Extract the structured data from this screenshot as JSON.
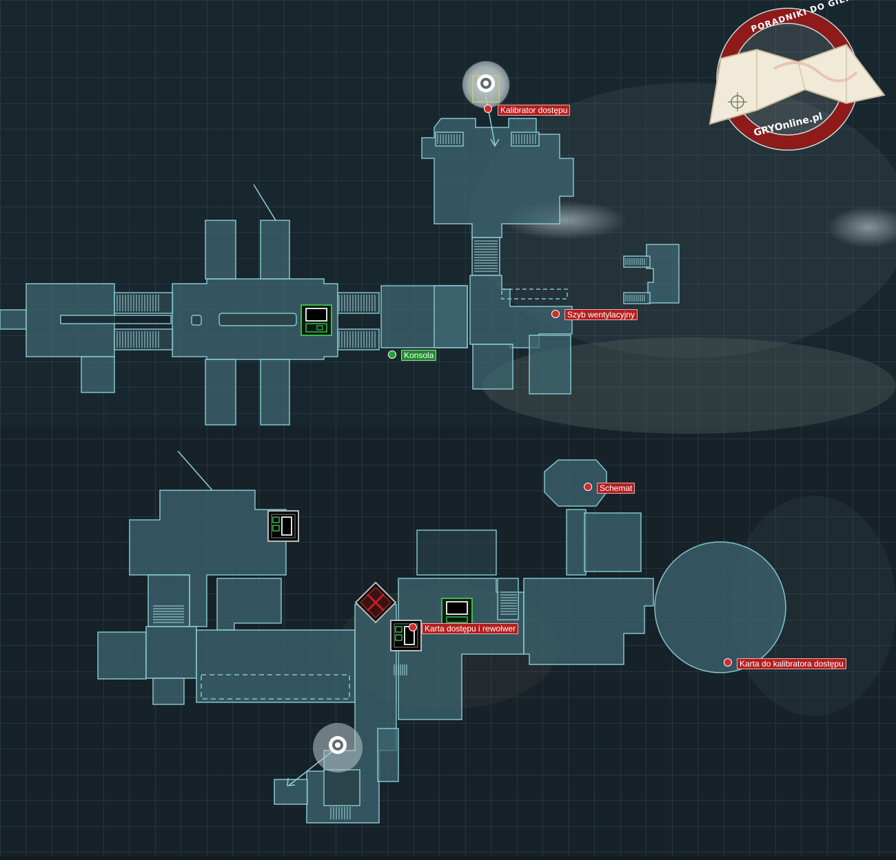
{
  "colors": {
    "background": "#121c22",
    "grid": "#3b5460",
    "room_fill": "#3e6670",
    "room_stroke": "#8fd3dc",
    "item_marker": "#d42a2a",
    "console_marker": "#22a033",
    "logo_ring": "#8e1a1a"
  },
  "logo": {
    "arc_text": "PORADNIKI DO GIER",
    "brand_text": "GRYOnline.pl"
  },
  "markers": [
    {
      "id": "kalibrator-dostepu",
      "type": "item",
      "label": "Kalibrator dostępu"
    },
    {
      "id": "szyb-wentylacyjny",
      "type": "item",
      "label": "Szyb wentylacyjny"
    },
    {
      "id": "konsola",
      "type": "console",
      "label": "Konsola"
    },
    {
      "id": "schemat",
      "type": "item",
      "label": "Schemat"
    },
    {
      "id": "karta-dostepu-i-rewolwer",
      "type": "item",
      "label": "Karta dostępu i rewolwer"
    },
    {
      "id": "karta-do-kalibratora",
      "type": "item",
      "label": "Karta do kalibratora dostępu"
    }
  ],
  "icons": [
    {
      "id": "elevator-top",
      "type": "elevator-icon"
    },
    {
      "id": "elevator-bottom",
      "type": "elevator-icon"
    },
    {
      "id": "save-station",
      "type": "save-station-icon"
    },
    {
      "id": "hazard",
      "type": "hazard-icon"
    }
  ]
}
